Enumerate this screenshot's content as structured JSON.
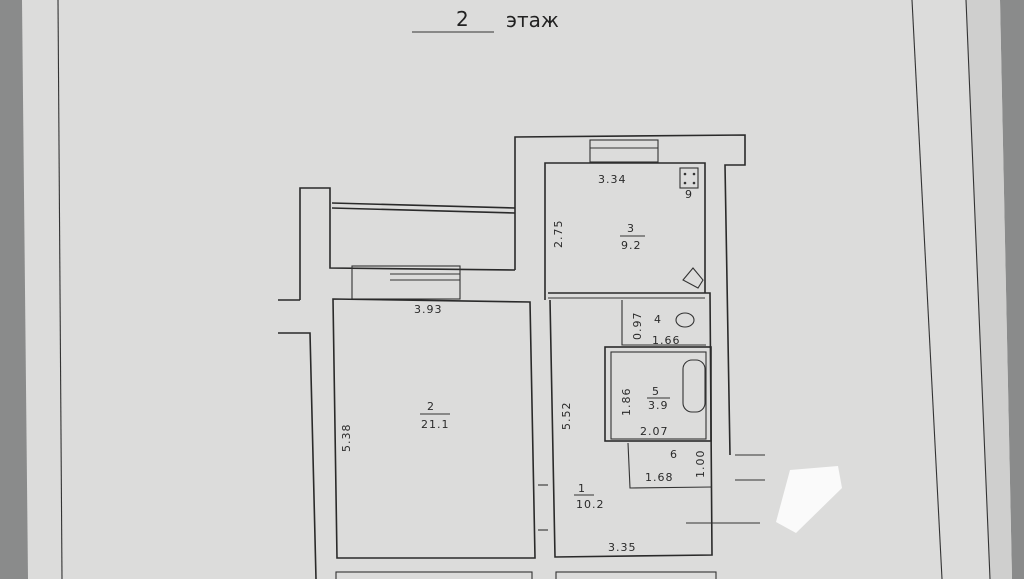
{
  "header": {
    "floor_number": "2",
    "floor_word": "этаж"
  },
  "rooms": [
    {
      "number": "1",
      "area": "10.2",
      "dims": [
        "5.52",
        "3.35"
      ]
    },
    {
      "number": "2",
      "area": "21.1",
      "dims": [
        "5.38",
        "3.93"
      ]
    },
    {
      "number": "3",
      "area": "9.2",
      "dims": [
        "2.75",
        "3.34"
      ]
    },
    {
      "number": "4",
      "area": "",
      "dims": [
        "0.97",
        "1.66"
      ]
    },
    {
      "number": "5",
      "area": "3.9",
      "dims": [
        "1.86",
        "2.07"
      ]
    },
    {
      "number": "6",
      "area": "",
      "dims": [
        "1.00",
        "1.68"
      ]
    }
  ],
  "stove_label": "9"
}
